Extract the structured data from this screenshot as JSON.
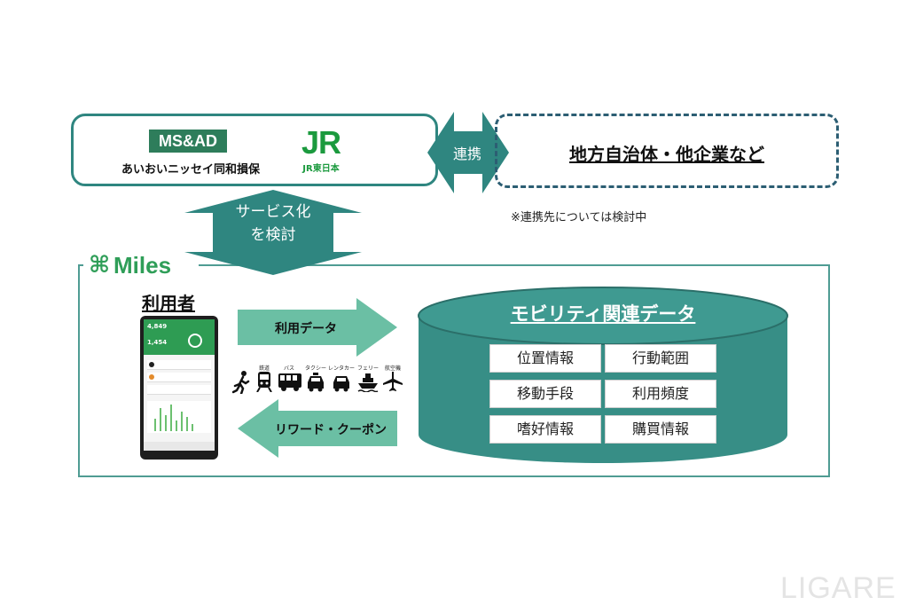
{
  "partners": {
    "msad_logo": "MS&AD",
    "msad_name": "あいおいニッセイ同和損保",
    "jr_logo": "JR",
    "jr_name": "JR東日本"
  },
  "link_label": "連携",
  "future_partners": "地方自治体・他企業など",
  "note": "※連携先については検討中",
  "service": {
    "line1": "サービス化",
    "line2": "を検討"
  },
  "miles": {
    "icon": "⌘",
    "label": "Miles",
    "user_label": "利用者",
    "data_arrow": "利用データ",
    "reward_arrow": "リワード・クーポン",
    "phone": {
      "top_value": "4,849",
      "second_value": "1,454"
    }
  },
  "transport": [
    {
      "label": "鉄道",
      "icon": "train-icon"
    },
    {
      "label": "バス",
      "icon": "bus-icon"
    },
    {
      "label": "タクシー",
      "icon": "taxi-icon"
    },
    {
      "label": "レンタカー",
      "icon": "car-icon"
    },
    {
      "label": "フェリー",
      "icon": "ferry-icon"
    },
    {
      "label": "航空機",
      "icon": "airplane-icon"
    }
  ],
  "walk_icon": "walking-person-icon",
  "mobility": {
    "title": "モビリティ関連データ",
    "items": [
      "位置情報",
      "行動範囲",
      "移動手段",
      "利用頻度",
      "嗜好情報",
      "購買情報"
    ]
  },
  "watermark": "LIGARE",
  "colors": {
    "teal": "#2f8680",
    "miles_green": "#2f9e58",
    "jr_green": "#1b9a3e"
  }
}
